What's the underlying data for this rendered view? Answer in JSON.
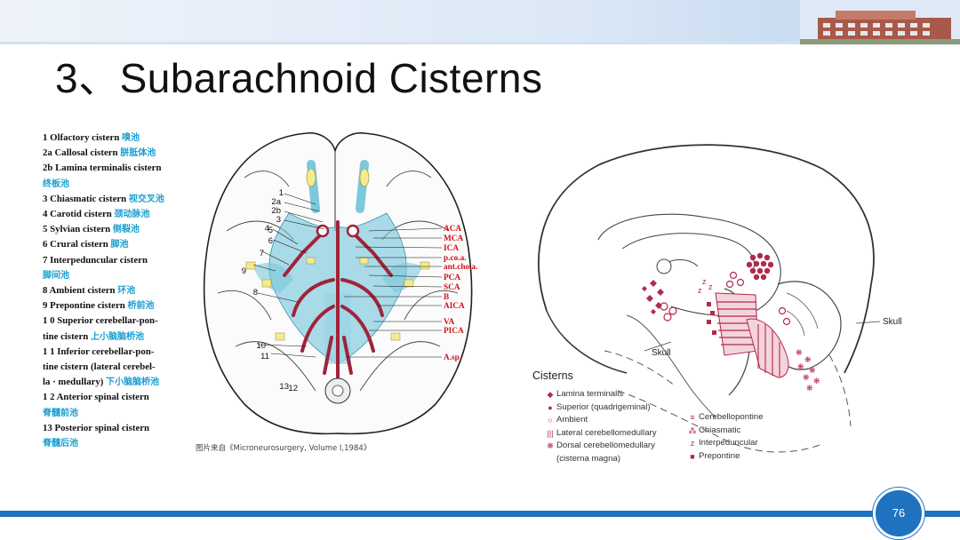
{
  "slide": {
    "title": "3、Subarachnoid Cisterns",
    "page_number": "76",
    "caption": "图片来自《Microneurosurgery, Volume I,1984》"
  },
  "legend_left": [
    {
      "en": "1 Olfactory cistern ",
      "cn": "嗅池"
    },
    {
      "en": "2a Callosal cistern ",
      "cn": "胼胝体池"
    },
    {
      "en": "2b Lamina terminalis cistern",
      "cn": ""
    },
    {
      "en": "",
      "cn": "终板池"
    },
    {
      "en": "3 Chiasmatic cistern ",
      "cn": "视交叉池"
    },
    {
      "en": "4 Carotid cistern ",
      "cn": "颈动脉池"
    },
    {
      "en": "5 Sylvian cistern ",
      "cn": "侧裂池"
    },
    {
      "en": "6 Crural cistern ",
      "cn": "脚池"
    },
    {
      "en": "7 Interpeduncular cistern",
      "cn": ""
    },
    {
      "en": "",
      "cn": "脚间池"
    },
    {
      "en": "8 Ambient cistern ",
      "cn": "环池"
    },
    {
      "en": "9 Prepontine cistern ",
      "cn": "桥前池"
    },
    {
      "en": "1 0 Superior cerebellar-pon-",
      "cn": ""
    },
    {
      "en": "tine cistern ",
      "cn": "上小脑脑桥池"
    },
    {
      "en": "1 1 Inferior cerebellar-pon-",
      "cn": ""
    },
    {
      "en": "tine cistern (lateral cerebel-",
      "cn": ""
    },
    {
      "en": "la · medullary) ",
      "cn": "下小脑脑桥池"
    },
    {
      "en": "1 2 Anterior spinal cistern",
      "cn": ""
    },
    {
      "en": "",
      "cn": "脊髓前池"
    },
    {
      "en": "13 Posterior spinal cistern",
      "cn": ""
    },
    {
      "en": "",
      "cn": "脊髓后池"
    }
  ],
  "left_figure": {
    "number_labels": [
      "1",
      "2a",
      "2b",
      "3",
      "4",
      "5",
      "6",
      "7",
      "8",
      "9",
      "10",
      "11",
      "12",
      "13"
    ],
    "artery_labels": [
      "ACA",
      "MCA",
      "ICA",
      "p.co.a.",
      "ant.cho.a.",
      "PCA",
      "SCA",
      "B",
      "AICA",
      "VA",
      "PICA",
      "A.sp."
    ]
  },
  "right_figure": {
    "skull_labels": [
      "Skull",
      "Skull"
    ],
    "legend_title": "Cisterns",
    "legend_col1": [
      {
        "marker": "◆",
        "label": "Lamina terminalis"
      },
      {
        "marker": "●",
        "label": "Superior (quadrigeminal)"
      },
      {
        "marker": "○",
        "label": "Ambient"
      },
      {
        "marker": "|||",
        "label": "Lateral cerebellomedullary"
      },
      {
        "marker": "❋",
        "label": "Dorsal cerebellomedullary"
      },
      {
        "marker": "",
        "label": "(cisterna magna)"
      }
    ],
    "legend_col2": [
      {
        "marker": "≡",
        "label": "Cerebellopontine"
      },
      {
        "marker": "⁂",
        "label": "Chiasmatic"
      },
      {
        "marker": "z",
        "label": "Interpeduncular"
      },
      {
        "marker": "■",
        "label": "Prepontine"
      }
    ]
  },
  "colors": {
    "accent_blue": "#1f72c0",
    "cistern_cyan": "#7cc8dc",
    "artery_red": "#b3263a",
    "label_red": "#d0121b",
    "legend_cn": "#1a9fd0"
  }
}
